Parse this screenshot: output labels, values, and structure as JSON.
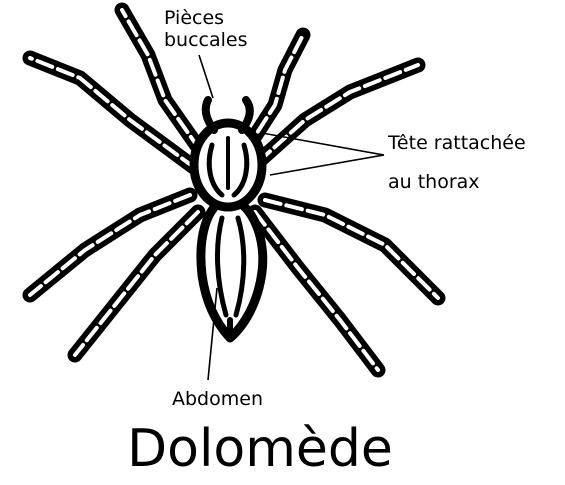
{
  "diagram": {
    "labels": {
      "pieces_buccales_line1": "Pièces",
      "pieces_buccales_line2": "buccales",
      "tete_line1": "Tête rattachée",
      "tete_line2": "au thorax",
      "abdomen": "Abdomen"
    },
    "title": "Dolomède",
    "colors": {
      "ink": "#000000",
      "background": "#ffffff"
    }
  }
}
